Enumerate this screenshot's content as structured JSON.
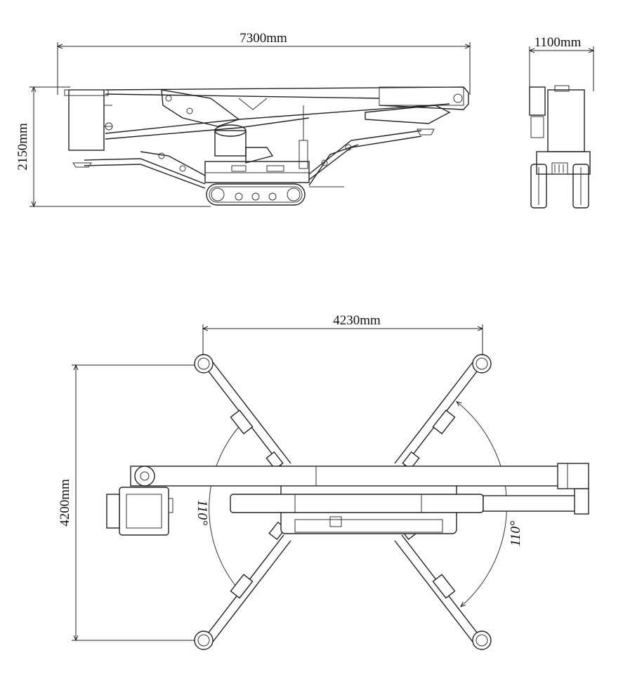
{
  "side_view": {
    "length_label": "7300mm",
    "height_label": "2150mm"
  },
  "front_view": {
    "width_label": "1100mm"
  },
  "top_view": {
    "span_label": "4230mm",
    "depth_label": "4200mm",
    "angle_left_label": "110°",
    "angle_right_label": "110°"
  }
}
